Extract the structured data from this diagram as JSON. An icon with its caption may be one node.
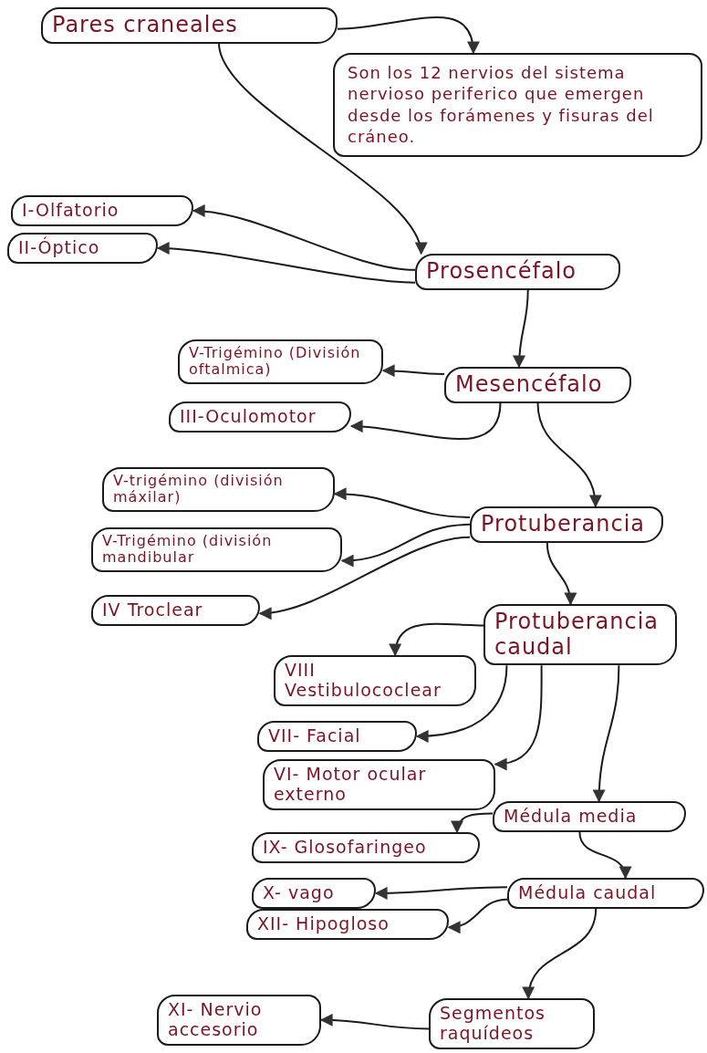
{
  "diagram": {
    "nodes": [
      {
        "text": [
          "Pares craneales"
        ]
      },
      {
        "text": [
          "Son los 12 nervios del sistema nervioso periferico que emergen desde los forámenes y fisuras del cráneo."
        ]
      },
      {
        "text": [
          "I-Olfatorio"
        ]
      },
      {
        "text": [
          "II-Óptico"
        ]
      },
      {
        "text": [
          "Prosencéfalo"
        ]
      },
      {
        "text": [
          "V-Trigémino (División oftalmica)"
        ]
      },
      {
        "text": [
          "III-Oculomotor"
        ]
      },
      {
        "text": [
          "Mesencéfalo"
        ]
      },
      {
        "text": [
          "V-trigémino (división máxilar)"
        ]
      },
      {
        "text": [
          "V-Trigémino (división mandibular"
        ]
      },
      {
        "text": [
          "IV Troclear"
        ]
      },
      {
        "text": [
          "Protuberancia"
        ]
      },
      {
        "text": [
          "Protuberancia caudal"
        ]
      },
      {
        "text": [
          "VIII Vestibulococlear"
        ]
      },
      {
        "text": [
          "VII- Facial"
        ]
      },
      {
        "text": [
          "VI- Motor ocular externo"
        ]
      },
      {
        "text": [
          "Médula media"
        ]
      },
      {
        "text": [
          "IX- Glosofaringeo"
        ]
      },
      {
        "text": [
          "X- vago"
        ]
      },
      {
        "text": [
          "XII- Hipogloso"
        ]
      },
      {
        "text": [
          "Médula caudal"
        ]
      },
      {
        "text": [
          "XI- Nervio accesorio"
        ]
      },
      {
        "text": [
          "Segmentos raquídeos"
        ]
      }
    ],
    "edges": [
      {
        "from": 0,
        "to": 1,
        "arrow": "to"
      },
      {
        "from": 0,
        "to": 4,
        "arrow": "to"
      },
      {
        "from": 4,
        "to": 2,
        "arrow": "to"
      },
      {
        "from": 4,
        "to": 3,
        "arrow": "to"
      },
      {
        "from": 4,
        "to": 7,
        "arrow": "to"
      },
      {
        "from": 7,
        "to": 5,
        "arrow": "to"
      },
      {
        "from": 7,
        "to": 6,
        "arrow": "to"
      },
      {
        "from": 7,
        "to": 11,
        "arrow": "to"
      },
      {
        "from": 11,
        "to": 8,
        "arrow": "to"
      },
      {
        "from": 11,
        "to": 9,
        "arrow": "to"
      },
      {
        "from": 11,
        "to": 10,
        "arrow": "to"
      },
      {
        "from": 11,
        "to": 12,
        "arrow": "to"
      },
      {
        "from": 12,
        "to": 13,
        "arrow": "to"
      },
      {
        "from": 12,
        "to": 14,
        "arrow": "to"
      },
      {
        "from": 12,
        "to": 15,
        "arrow": "to"
      },
      {
        "from": 12,
        "to": 16,
        "arrow": "to"
      },
      {
        "from": 16,
        "to": 17,
        "arrow": "to"
      },
      {
        "from": 16,
        "to": 20,
        "arrow": "to"
      },
      {
        "from": 20,
        "to": 18,
        "arrow": "to"
      },
      {
        "from": 20,
        "to": 19,
        "arrow": "to"
      },
      {
        "from": 20,
        "to": 22,
        "arrow": "to"
      },
      {
        "from": 22,
        "to": 21,
        "arrow": "to"
      }
    ]
  }
}
